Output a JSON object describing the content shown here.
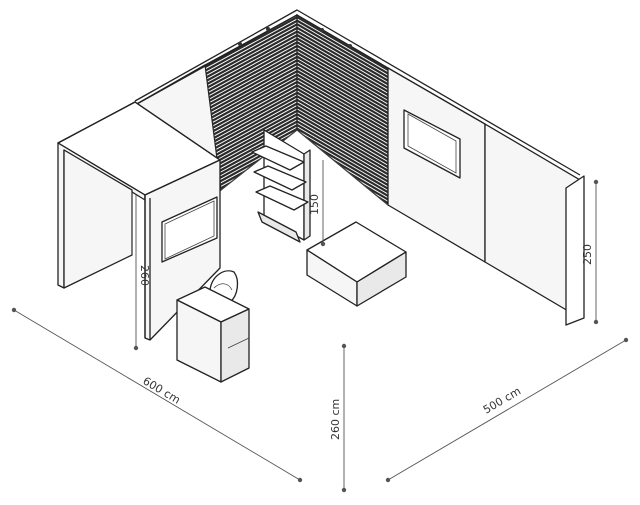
{
  "diagram": {
    "dimensions": {
      "width_label": "600 cm",
      "depth_label": "500 cm",
      "height_label": "260 cm",
      "wall_height_label": "250",
      "tower_height_label": "260",
      "shelf_height_label": "150"
    },
    "colors": {
      "line": "#222222",
      "panel": "#f6f6f6",
      "slat": "#2b2b2b",
      "dimension": "#555555"
    }
  }
}
